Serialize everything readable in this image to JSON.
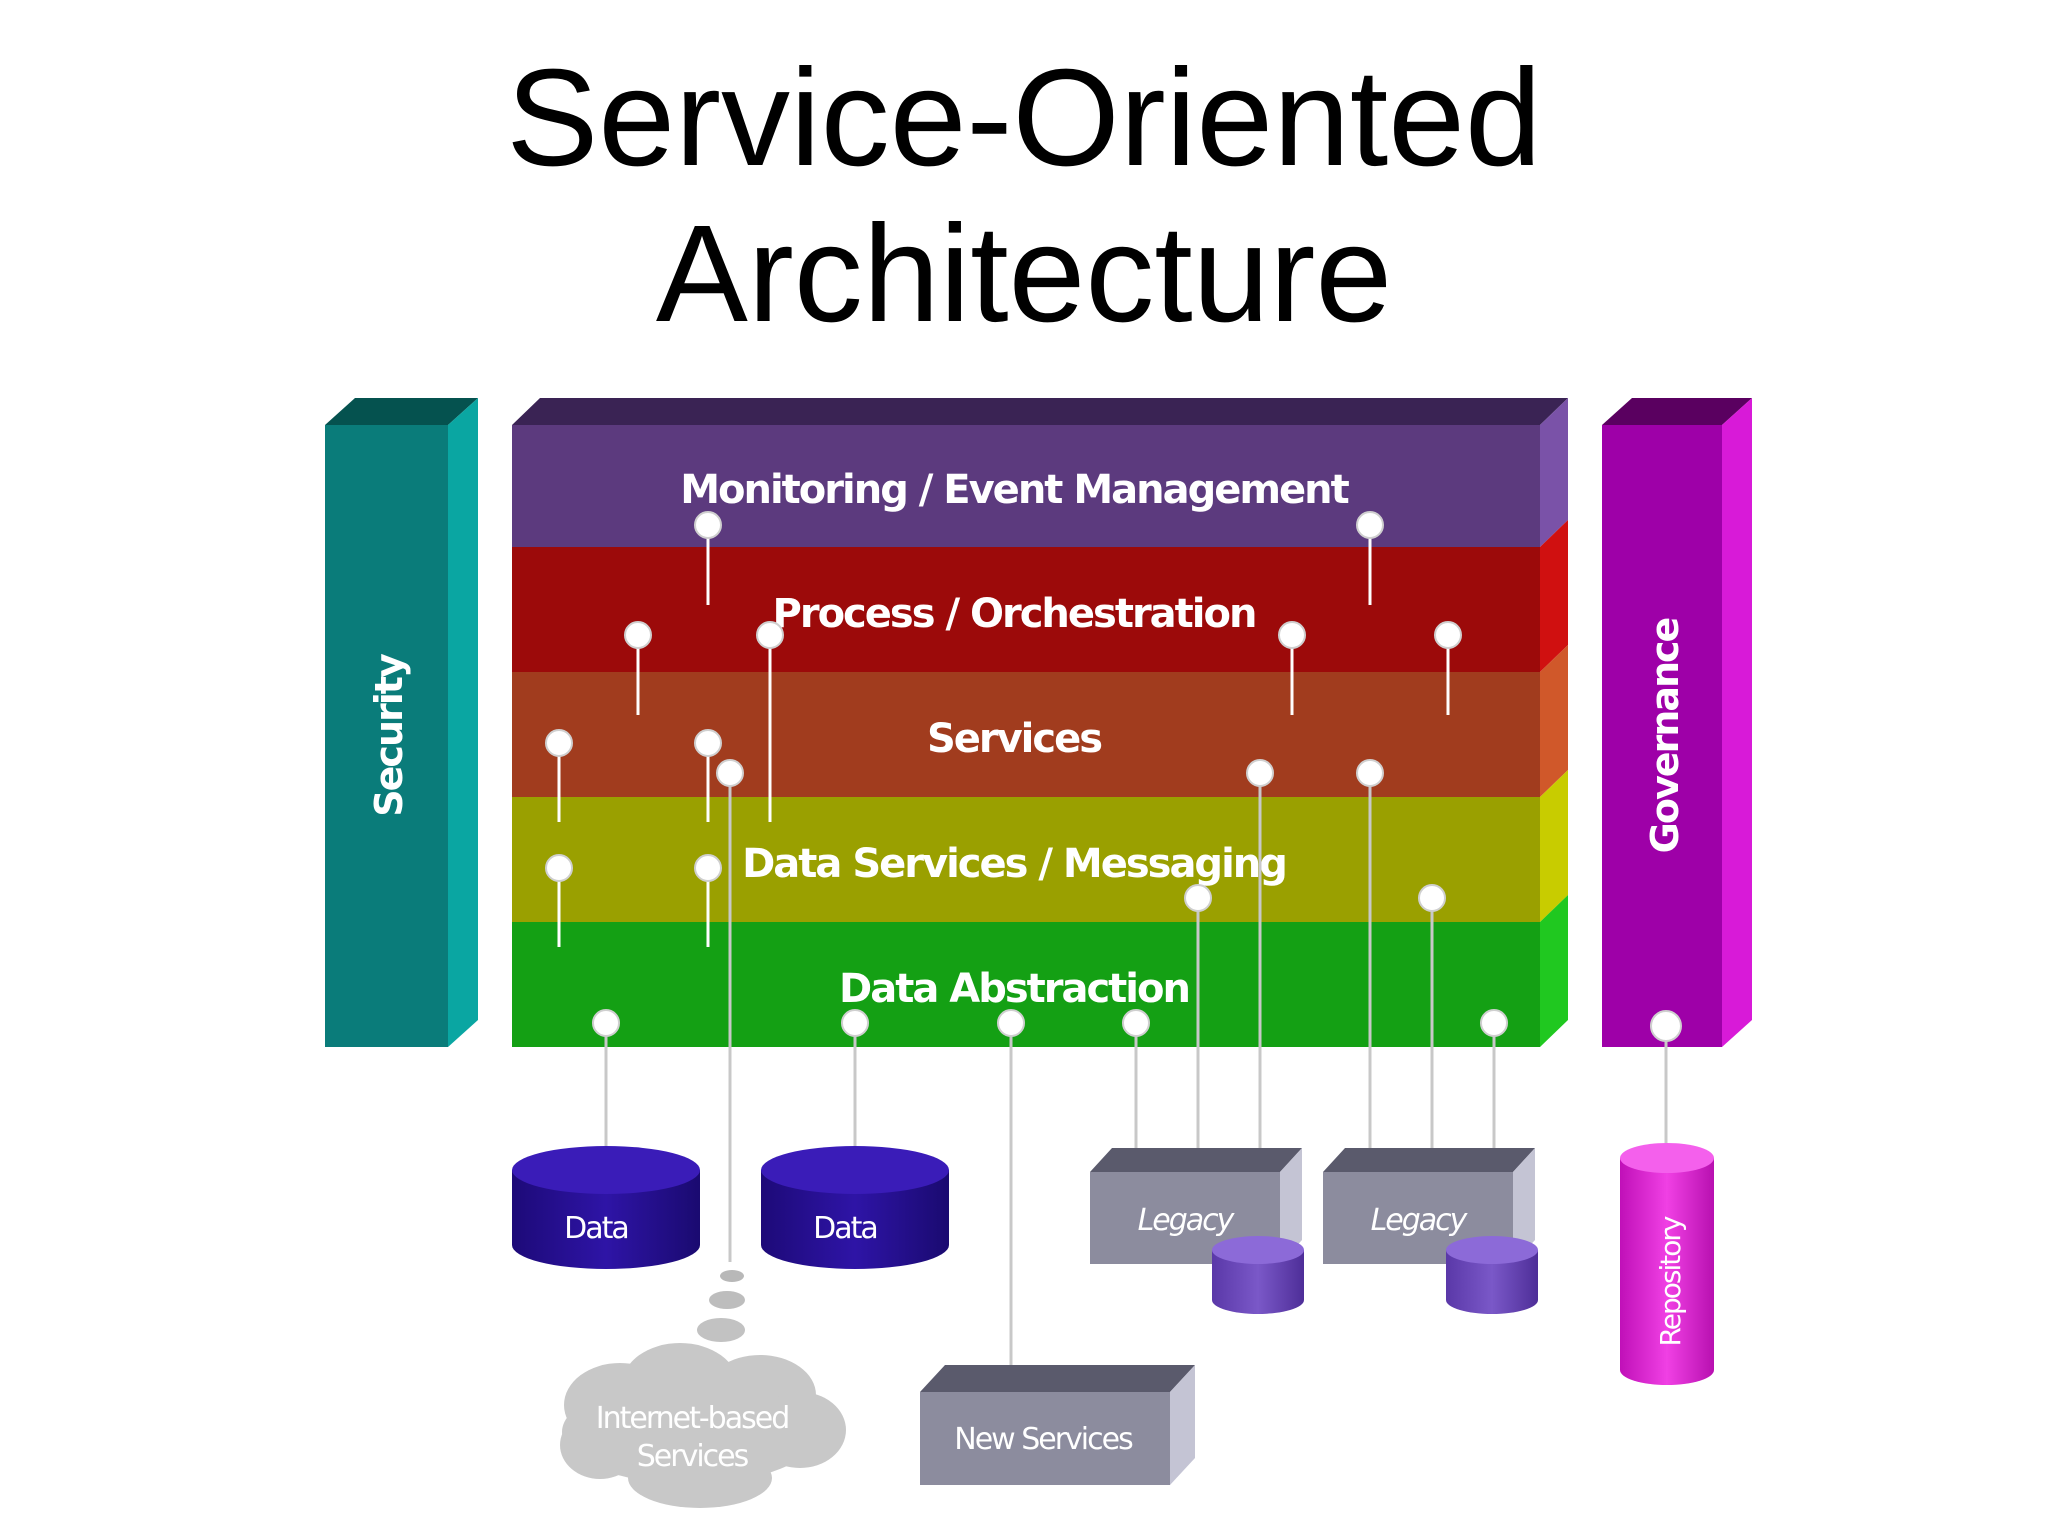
{
  "title": {
    "line1": "Service-Oriented",
    "line2": "Architecture"
  },
  "side_pillars": {
    "security": "Security",
    "governance": "Governance"
  },
  "layers": [
    "Monitoring / Event Management",
    "Process / Orchestration",
    "Services",
    "Data Services / Messaging",
    "Data Abstraction"
  ],
  "resources": {
    "data_1": "Data",
    "data_2": "Data",
    "legacy_1": "Legacy",
    "legacy_2": "Legacy",
    "repository": "Repository",
    "new_services": "New Services",
    "internet_line1": "Internet-based",
    "internet_line2": "Services"
  },
  "colors": {
    "security": "#0a7c7a",
    "governance": "#9e00a8",
    "monitoring": "#5c3a7e",
    "process": "#9c0a0a",
    "services": "#a13c1e",
    "data_services": "#9aa000",
    "data_abstraction": "#14a014",
    "data_db": "#2a0f9a",
    "legacy": "#8c8c9e",
    "repository": "#e020d0"
  }
}
